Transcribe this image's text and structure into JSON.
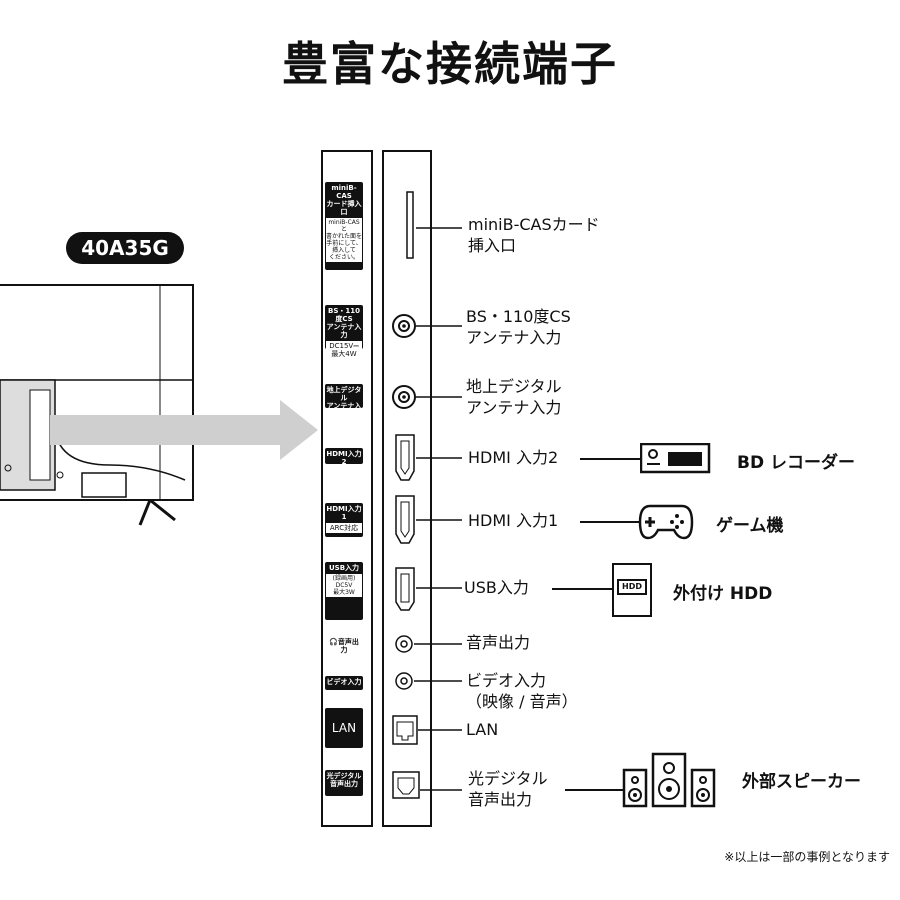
{
  "title": "豊富な接続端子",
  "model": "40A35G",
  "label_plates": [
    {
      "main": "miniB-CAS\nカード挿入口",
      "sub": "miniB-CASと\n書かれた面を\n手前にして、\n挿入して\nください。"
    },
    {
      "main": "BS・110度CS\nアンテナ入力",
      "sub": "DC15V⎓\n最大4W"
    },
    {
      "main": "地上デジタル\nアンテナ入力",
      "sub": ""
    },
    {
      "main": "HDMI入力2",
      "sub": ""
    },
    {
      "main": "HDMI入力1",
      "sub": "ARC対応"
    },
    {
      "main": "USB入力",
      "sub": "(録画用)\nDC5V\n最大3W"
    },
    {
      "main": "音声出力",
      "sub": ""
    },
    {
      "main": "ビデオ入力",
      "sub": ""
    },
    {
      "main": "LAN",
      "sub": ""
    },
    {
      "main": "光デジタル\n音声出力",
      "sub": ""
    }
  ],
  "connectors": [
    {
      "label": "miniB-CASカード\n挿入口"
    },
    {
      "label": "BS・110度CS\nアンテナ入力"
    },
    {
      "label": "地上デジタル\nアンテナ入力"
    },
    {
      "label": "HDMI 入力2"
    },
    {
      "label": "HDMI 入力1"
    },
    {
      "label": "USB入力"
    },
    {
      "label": "音声出力"
    },
    {
      "label": "ビデオ入力\n（映像 / 音声）"
    },
    {
      "label": "LAN"
    },
    {
      "label": "光デジタル\n音声出力"
    }
  ],
  "devices": {
    "bd": {
      "label": "BD レコーダー"
    },
    "game": {
      "label": "ゲーム機"
    },
    "hdd": {
      "label": "外付け HDD",
      "box_text": "HDD"
    },
    "speaker": {
      "label": "外部スピーカー"
    }
  },
  "footnote": "※以上は一部の事例となります"
}
